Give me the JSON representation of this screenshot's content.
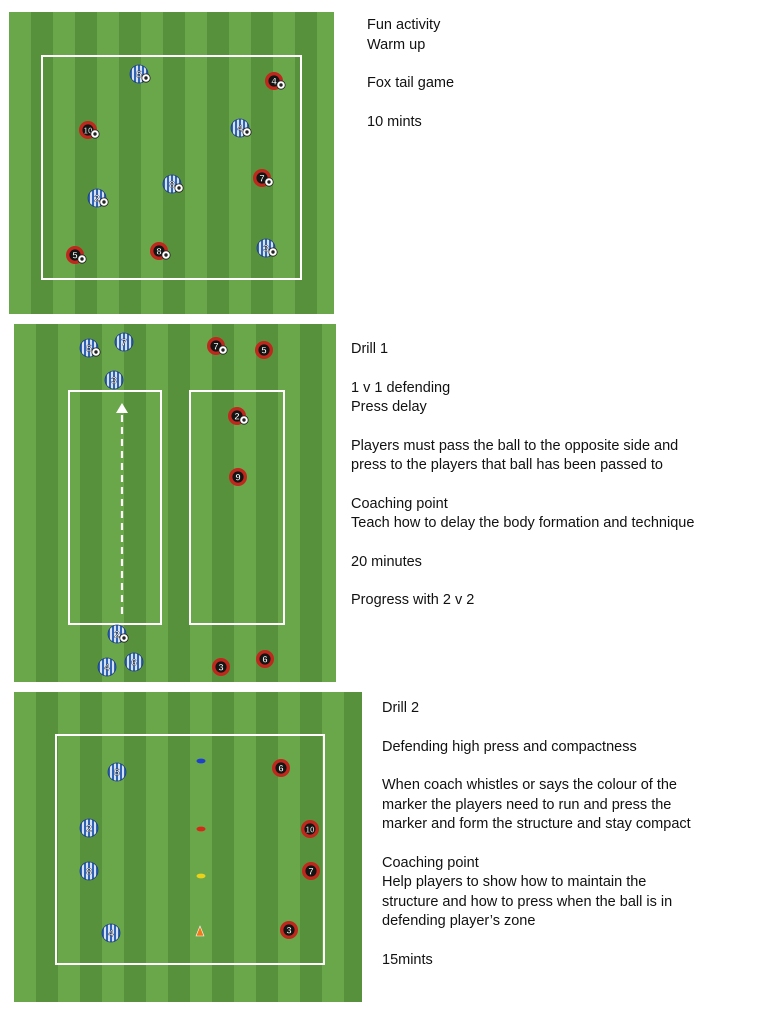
{
  "colors": {
    "grass_light": "#6aa64a",
    "grass_dark": "#57913b",
    "line": "#ffffff",
    "team_blue": "#2f63b8",
    "team_red": "#c0281e",
    "team_black": "#141414",
    "text": "#111111"
  },
  "panels": [
    {
      "id": "fun",
      "notes": [
        "Fun activity",
        "Warm up",
        "",
        "Fox tail game",
        "",
        "10 mints"
      ],
      "players": [
        {
          "team": "blue",
          "num": "5",
          "ball": true
        },
        {
          "team": "red",
          "num": "4",
          "ball": true
        },
        {
          "team": "red",
          "num": "10",
          "ball": true
        },
        {
          "team": "blue",
          "num": "4",
          "ball": true
        },
        {
          "team": "blue",
          "num": "8",
          "ball": true
        },
        {
          "team": "red",
          "num": "7",
          "ball": true
        },
        {
          "team": "blue",
          "num": "2",
          "ball": true
        },
        {
          "team": "red",
          "num": "5",
          "ball": true
        },
        {
          "team": "red",
          "num": "8",
          "ball": true
        },
        {
          "team": "blue",
          "num": "3",
          "ball": true
        }
      ]
    },
    {
      "id": "drill1",
      "notes": [
        "Drill 1",
        "",
        "1 v 1 defending",
        "Press delay",
        "",
        "Players must pass the ball to the opposite side and",
        "press to the players that ball has been passed to",
        "",
        "Coaching point",
        "Teach how to delay the body formation and technique",
        "",
        "20 minutes",
        "",
        "Progress with 2 v 2"
      ],
      "players": [
        {
          "team": "blue",
          "num": "5",
          "ball": true
        },
        {
          "team": "blue",
          "num": "7",
          "ball": false
        },
        {
          "team": "blue",
          "num": "3",
          "ball": false
        },
        {
          "team": "red",
          "num": "7",
          "ball": true
        },
        {
          "team": "red",
          "num": "5",
          "ball": false
        },
        {
          "team": "red",
          "num": "2",
          "ball": true
        },
        {
          "team": "red",
          "num": "9",
          "ball": false
        },
        {
          "team": "blue",
          "num": "2",
          "ball": true
        },
        {
          "team": "blue",
          "num": "4",
          "ball": false
        },
        {
          "team": "blue",
          "num": "6",
          "ball": false
        },
        {
          "team": "red",
          "num": "3",
          "ball": false
        },
        {
          "team": "red",
          "num": "6",
          "ball": false
        }
      ]
    },
    {
      "id": "drill2",
      "notes": [
        "Drill 2",
        "",
        "Defending high press and compactness",
        "",
        "When coach whistles or says the colour of the",
        "marker the players need to run and press the",
        "marker and form the structure and stay compact",
        "",
        "Coaching point",
        "Help players to show how to maintain the",
        "structure and how to press when the ball is in",
        "defending player’s zone",
        "",
        "15mints"
      ],
      "markers": [
        {
          "color": "#1f3fd0",
          "shape": "disc"
        },
        {
          "color": "#d8281a",
          "shape": "disc"
        },
        {
          "color": "#e8d21a",
          "shape": "disc"
        },
        {
          "color": "#f07a1a",
          "shape": "cone"
        }
      ],
      "players": [
        {
          "team": "blue",
          "num": "5",
          "ball": false
        },
        {
          "team": "blue",
          "num": "2",
          "ball": false
        },
        {
          "team": "blue",
          "num": "8",
          "ball": false
        },
        {
          "team": "blue",
          "num": "4",
          "ball": false
        },
        {
          "team": "red",
          "num": "6",
          "ball": false
        },
        {
          "team": "red",
          "num": "10",
          "ball": false
        },
        {
          "team": "red",
          "num": "7",
          "ball": false
        },
        {
          "team": "red",
          "num": "3",
          "ball": false
        }
      ]
    }
  ]
}
